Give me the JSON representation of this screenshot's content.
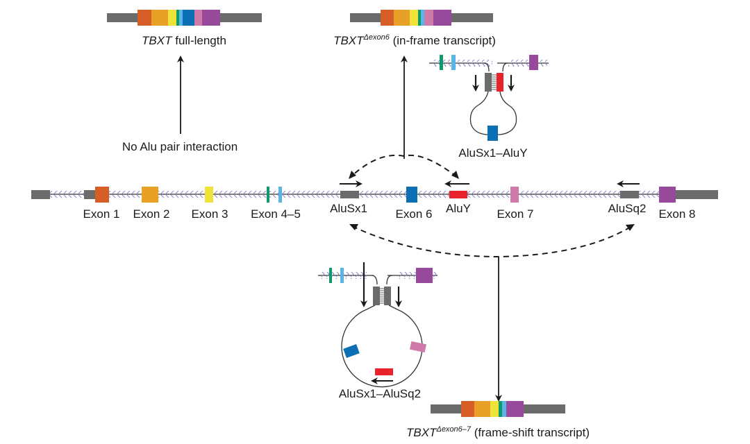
{
  "colors": {
    "utr": "#6b6b6b",
    "exon1": "#d75f27",
    "exon2": "#e8a027",
    "exon3": "#efe33a",
    "exon4": "#0e9a6a",
    "exon5": "#5ab4e5",
    "exon6": "#0a6fb3",
    "exon7": "#cf7aa9",
    "exon8": "#974a9b",
    "aluSx1": "#6b6b6b",
    "aluY": "#e8232b",
    "aluSq2": "#6b6b6b",
    "intron_chevron": "#8888cc",
    "line": "#222222"
  },
  "transcripts": {
    "full": {
      "name": "TBXT",
      "suffix": " full-length",
      "superscript": ""
    },
    "inframe": {
      "name": "TBXT",
      "superscript": "Δexon6",
      "suffix": " (in-frame transcript)"
    },
    "frameshift": {
      "name": "TBXT",
      "superscript": "Δexon6–7",
      "suffix": " (frame-shift transcript)"
    }
  },
  "gene_labels": {
    "exon1": "Exon 1",
    "exon2": "Exon 2",
    "exon3": "Exon 3",
    "exon45": "Exon 4–5",
    "aluSx1": "AluSx1",
    "exon6": "Exon 6",
    "aluY": "AluY",
    "exon7": "Exon 7",
    "aluSq2": "AluSq2",
    "exon8": "Exon 8"
  },
  "annotations": {
    "no_pair": "No Alu pair interaction",
    "pair1": "AluSx1–AluY",
    "pair2": "AluSx1–AluSq2"
  }
}
